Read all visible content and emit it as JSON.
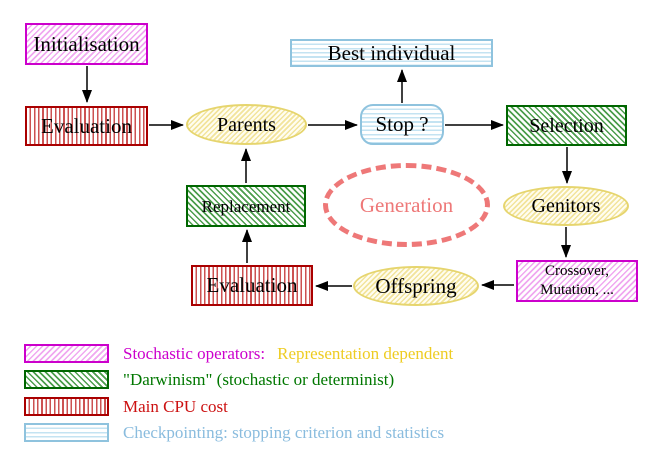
{
  "nodes": {
    "initialisation": {
      "label": "Initialisation"
    },
    "evaluation_top": {
      "label": "Evaluation"
    },
    "parents": {
      "label": "Parents"
    },
    "stop": {
      "label": "Stop ?"
    },
    "best_individual": {
      "label": "Best individual"
    },
    "selection": {
      "label": "Selection"
    },
    "genitors": {
      "label": "Genitors"
    },
    "crossover": {
      "label_line1": "Crossover,",
      "label_line2": "Mutation, ..."
    },
    "offspring": {
      "label": "Offspring"
    },
    "evaluation_bottom": {
      "label": "Evaluation"
    },
    "replacement": {
      "label": "Replacement"
    },
    "generation": {
      "label": "Generation"
    }
  },
  "legend": [
    {
      "swatch": "magenta-diagonal-hatch",
      "text": "Stochastic operators:",
      "text2": "Representation dependent"
    },
    {
      "swatch": "green-diagonal-hatch",
      "text": "\"Darwinism\" (stochastic or determinist)"
    },
    {
      "swatch": "red-vertical-stripes",
      "text": "Main CPU cost"
    },
    {
      "swatch": "cyan-horizontal-stripes",
      "text": "Checkpointing: stopping criterion and statistics"
    }
  ],
  "colors": {
    "magenta": "#cc00cc",
    "magenta-hatch": "#f0a8f0",
    "red": "#aa0000",
    "red-stripe": "#cc5252",
    "green": "#006600",
    "green-hatch": "#4d9e4d",
    "cyan": "#8fc3de",
    "cyan-stripe": "#c4e3f2",
    "yellow-border": "#e6d56e",
    "yellow-hatch": "#f2e49c",
    "yellow-bg": "#fffdf0",
    "salmon": "#ee7878",
    "gold": "#eecc22",
    "legend-blue": "#8abcde",
    "legend-green": "#007700",
    "legend-red": "#cc1111"
  }
}
